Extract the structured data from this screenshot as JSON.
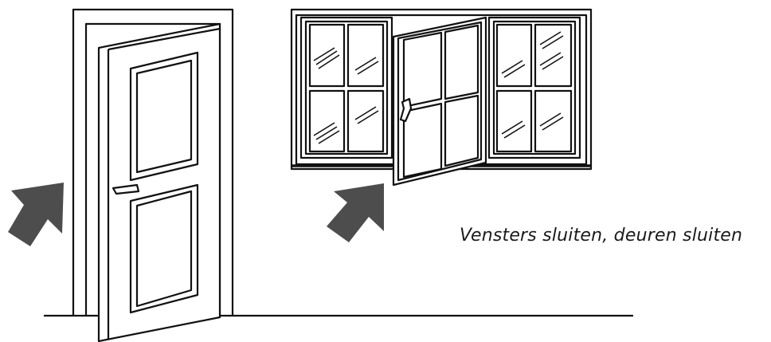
{
  "caption": "Vensters sluiten, deuren sluiten",
  "colors": {
    "line": "#111111",
    "arrow": "#4d4d4d",
    "background": "#ffffff"
  },
  "icons": {
    "door": "open-door",
    "window": "open-window",
    "arrows": "arrow-up-right"
  }
}
